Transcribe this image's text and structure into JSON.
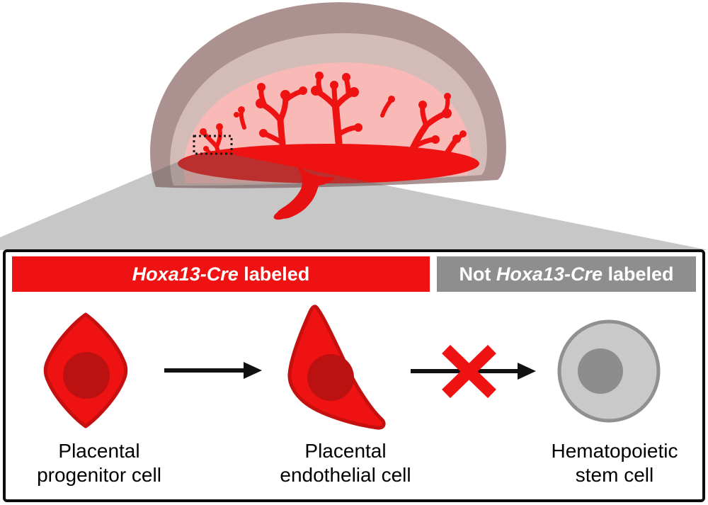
{
  "colors": {
    "bright_red": "#ee1212",
    "nucleus_red": "#bb1111",
    "cell_outline_red": "#c60f0f",
    "umbilical_cord_red": "#e81111",
    "placenta_outer_mauve": "#ab918f",
    "placenta_middle_mauve": "#d3bcb8",
    "placenta_inner_pink": "#f9b9b6",
    "zoom_cone_gray": "#c8c8c8",
    "gray_bar": "#8e8e8e",
    "gray_cell_fill": "#c9c9c9",
    "gray_cell_outline": "#909090",
    "gray_nucleus": "#8d8d8d",
    "arrow_black": "#111111"
  },
  "icons": {
    "placenta": "placenta-cross-section",
    "zoom_box": "dashed-zoom-box",
    "zoom_cone": "zoom-cone",
    "umbilical_cord": "umbilical-cord",
    "cell_shapes": [
      "red-diamond-cell",
      "red-triangle-cell",
      "gray-round-cell"
    ],
    "arrows": "right-arrow",
    "blocked": "red-x-mark"
  },
  "headers": {
    "labeled": {
      "prefix": "",
      "gene": "Hoxa13-Cre",
      "suffix": " labeled"
    },
    "not_labeled": {
      "prefix": "Not ",
      "gene": "Hoxa13-Cre",
      "suffix": " labeled"
    }
  },
  "cells": [
    {
      "label_line1": "Placental",
      "label_line2": "progenitor cell"
    },
    {
      "label_line1": "Placental",
      "label_line2": "endothelial cell"
    },
    {
      "label_line1": "Hematopoietic",
      "label_line2": "stem cell"
    }
  ]
}
